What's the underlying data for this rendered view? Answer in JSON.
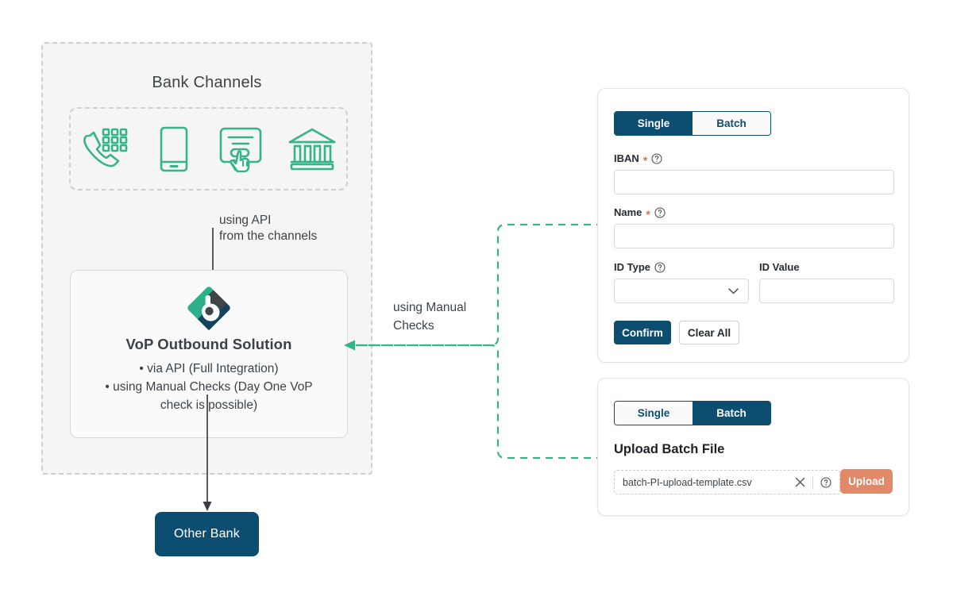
{
  "diagram": {
    "bank_channels": {
      "title": "Bank Channels",
      "icons": [
        {
          "name": "phone-keypad-icon",
          "label": "Phone / Call Centre"
        },
        {
          "name": "mobile-phone-icon",
          "label": "Mobile Banking"
        },
        {
          "name": "online-banking-click-icon",
          "label": "Online Banking"
        },
        {
          "name": "bank-building-icon",
          "label": "Branch"
        }
      ]
    },
    "api_arrow_label": "using API\nfrom the channels",
    "vop_box": {
      "logo_name": "vop-logo",
      "title": "VoP Outbound Solution",
      "bullets": [
        "•  via API (Full Integration)",
        "•  using Manual Checks (Day One VoP",
        "check is possible)"
      ]
    },
    "manual_connector_label": "using Manual\nChecks",
    "other_bank_label": "Other Bank"
  },
  "single_card": {
    "tabs": [
      {
        "label": "Single",
        "active": true
      },
      {
        "label": "Batch",
        "active": false
      }
    ],
    "fields": {
      "iban": {
        "label": "IBAN",
        "required": "*",
        "value": "",
        "placeholder": ""
      },
      "name": {
        "label": "Name",
        "required": "*",
        "value": "",
        "placeholder": ""
      },
      "id_type": {
        "label": "ID Type",
        "value": "",
        "placeholder": ""
      },
      "id_value": {
        "label": "ID Value",
        "value": "",
        "placeholder": ""
      }
    },
    "buttons": {
      "confirm": "Confirm",
      "clear_all": "Clear All"
    }
  },
  "batch_card": {
    "tabs": [
      {
        "label": "Single",
        "active": false
      },
      {
        "label": "Batch",
        "active": true
      }
    ],
    "upload_title": "Upload Batch File",
    "file_name": "batch-PI-upload-template.csv",
    "upload_button": "Upload"
  },
  "colors": {
    "navy": "#0d4d70",
    "teal": "#35b48a",
    "coral": "#e2896a",
    "panel_gray": "#f5f5f5",
    "required_star": "#e2714a"
  }
}
